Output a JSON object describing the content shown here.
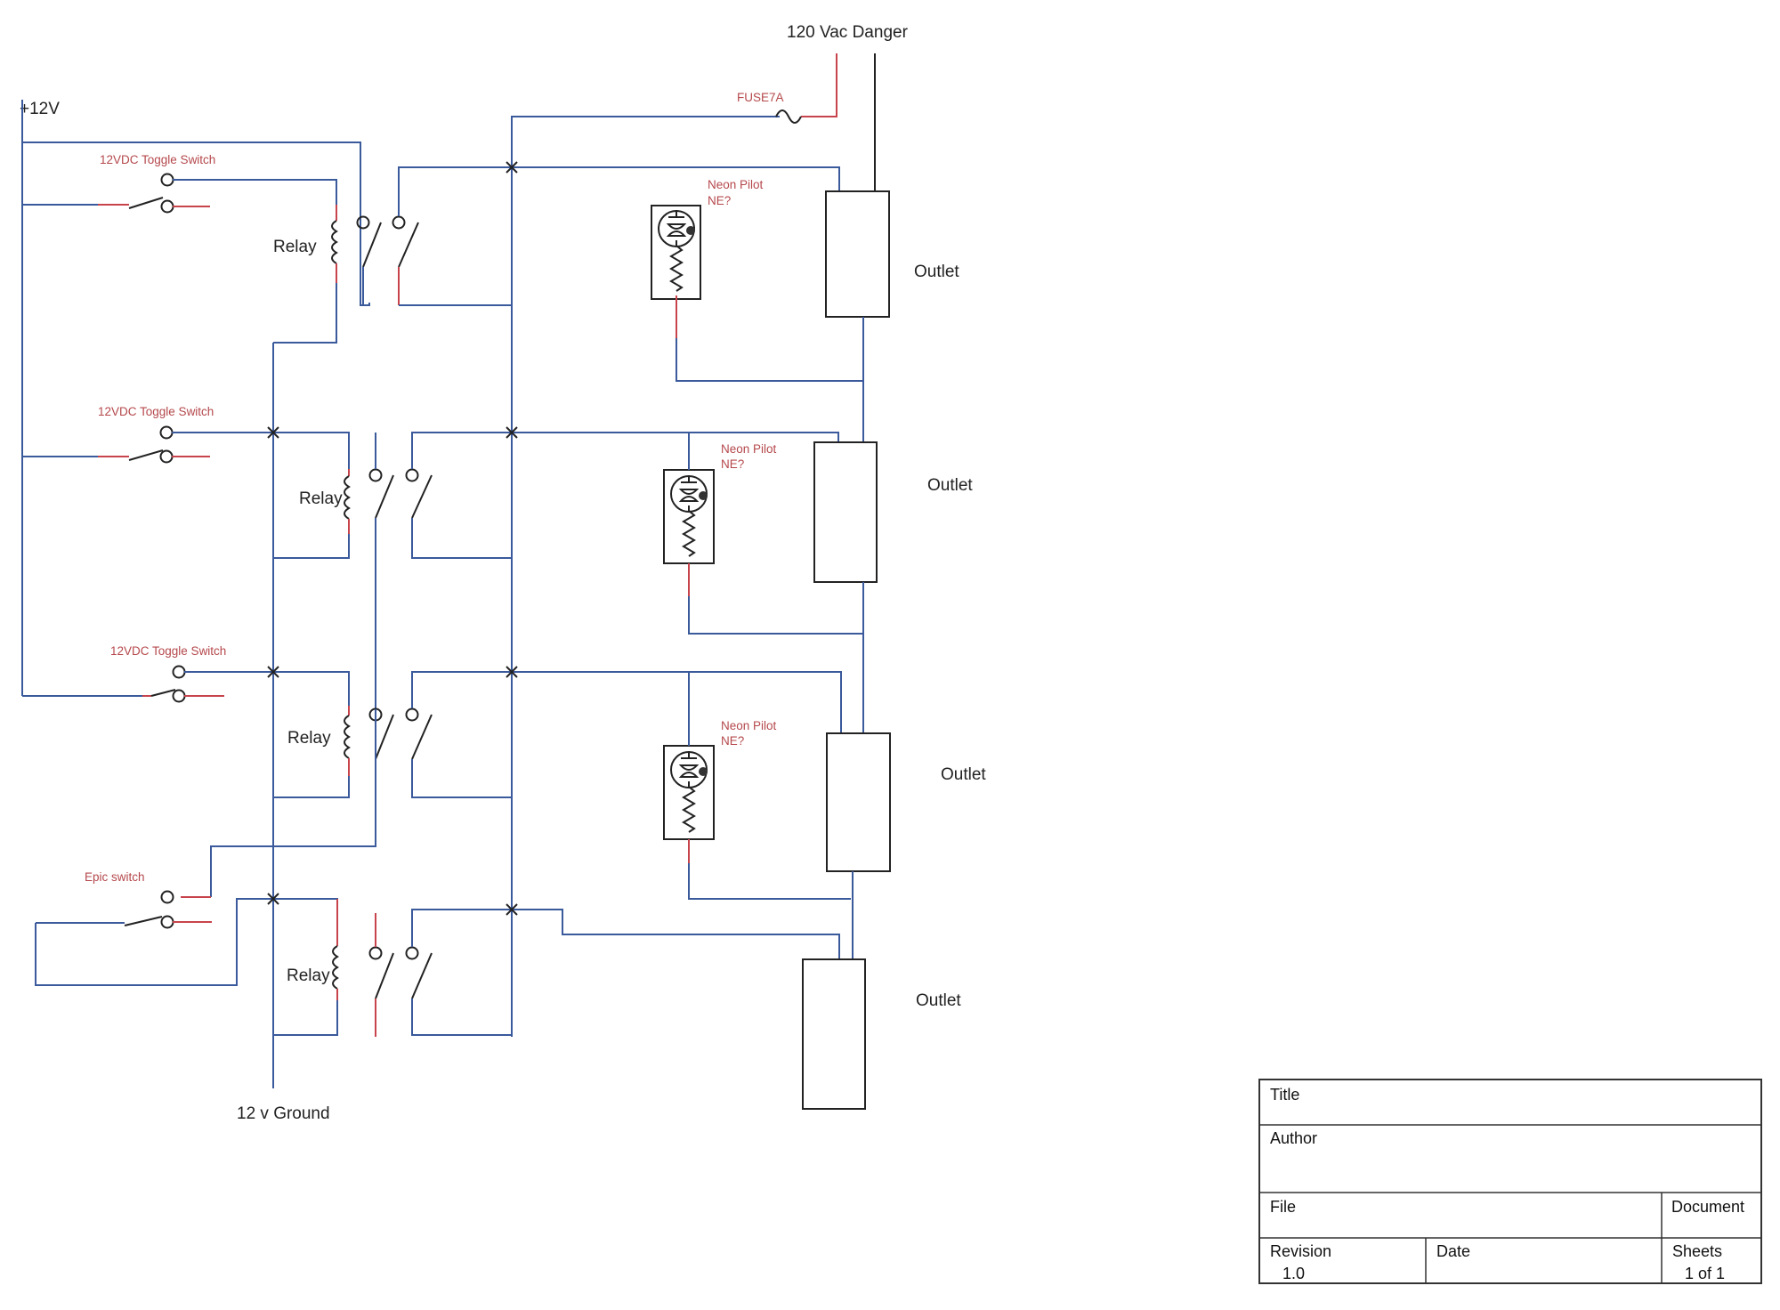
{
  "labels": {
    "vac": "120 Vac Danger",
    "v12": "+12V",
    "fuse": "FUSE7A",
    "ground": "12 v Ground"
  },
  "switch_labels": [
    "12VDC Toggle Switch",
    "12VDC Toggle Switch",
    "12VDC Toggle Switch",
    "Epic switch"
  ],
  "relay_labels": [
    "Relay",
    "Relay",
    "Relay",
    "Relay"
  ],
  "pilot_labels": [
    {
      "line1": "Neon Pilot",
      "line2": "NE?"
    },
    {
      "line1": "Neon Pilot",
      "line2": "NE?"
    },
    {
      "line1": "Neon Pilot",
      "line2": "NE?"
    }
  ],
  "outlet_labels": [
    "Outlet",
    "Outlet",
    "Outlet",
    "Outlet"
  ],
  "title_block": {
    "title": "Title",
    "author": "Author",
    "file": "File",
    "document": "Document",
    "revision": "Revision",
    "revision_value": "1.0",
    "date": "Date",
    "sheets": "Sheets",
    "sheets_value": "1 of 1"
  },
  "colors": {
    "wire_blue": "#3a5a9c",
    "wire_red": "#c8444c",
    "label_red": "#b5484c"
  }
}
